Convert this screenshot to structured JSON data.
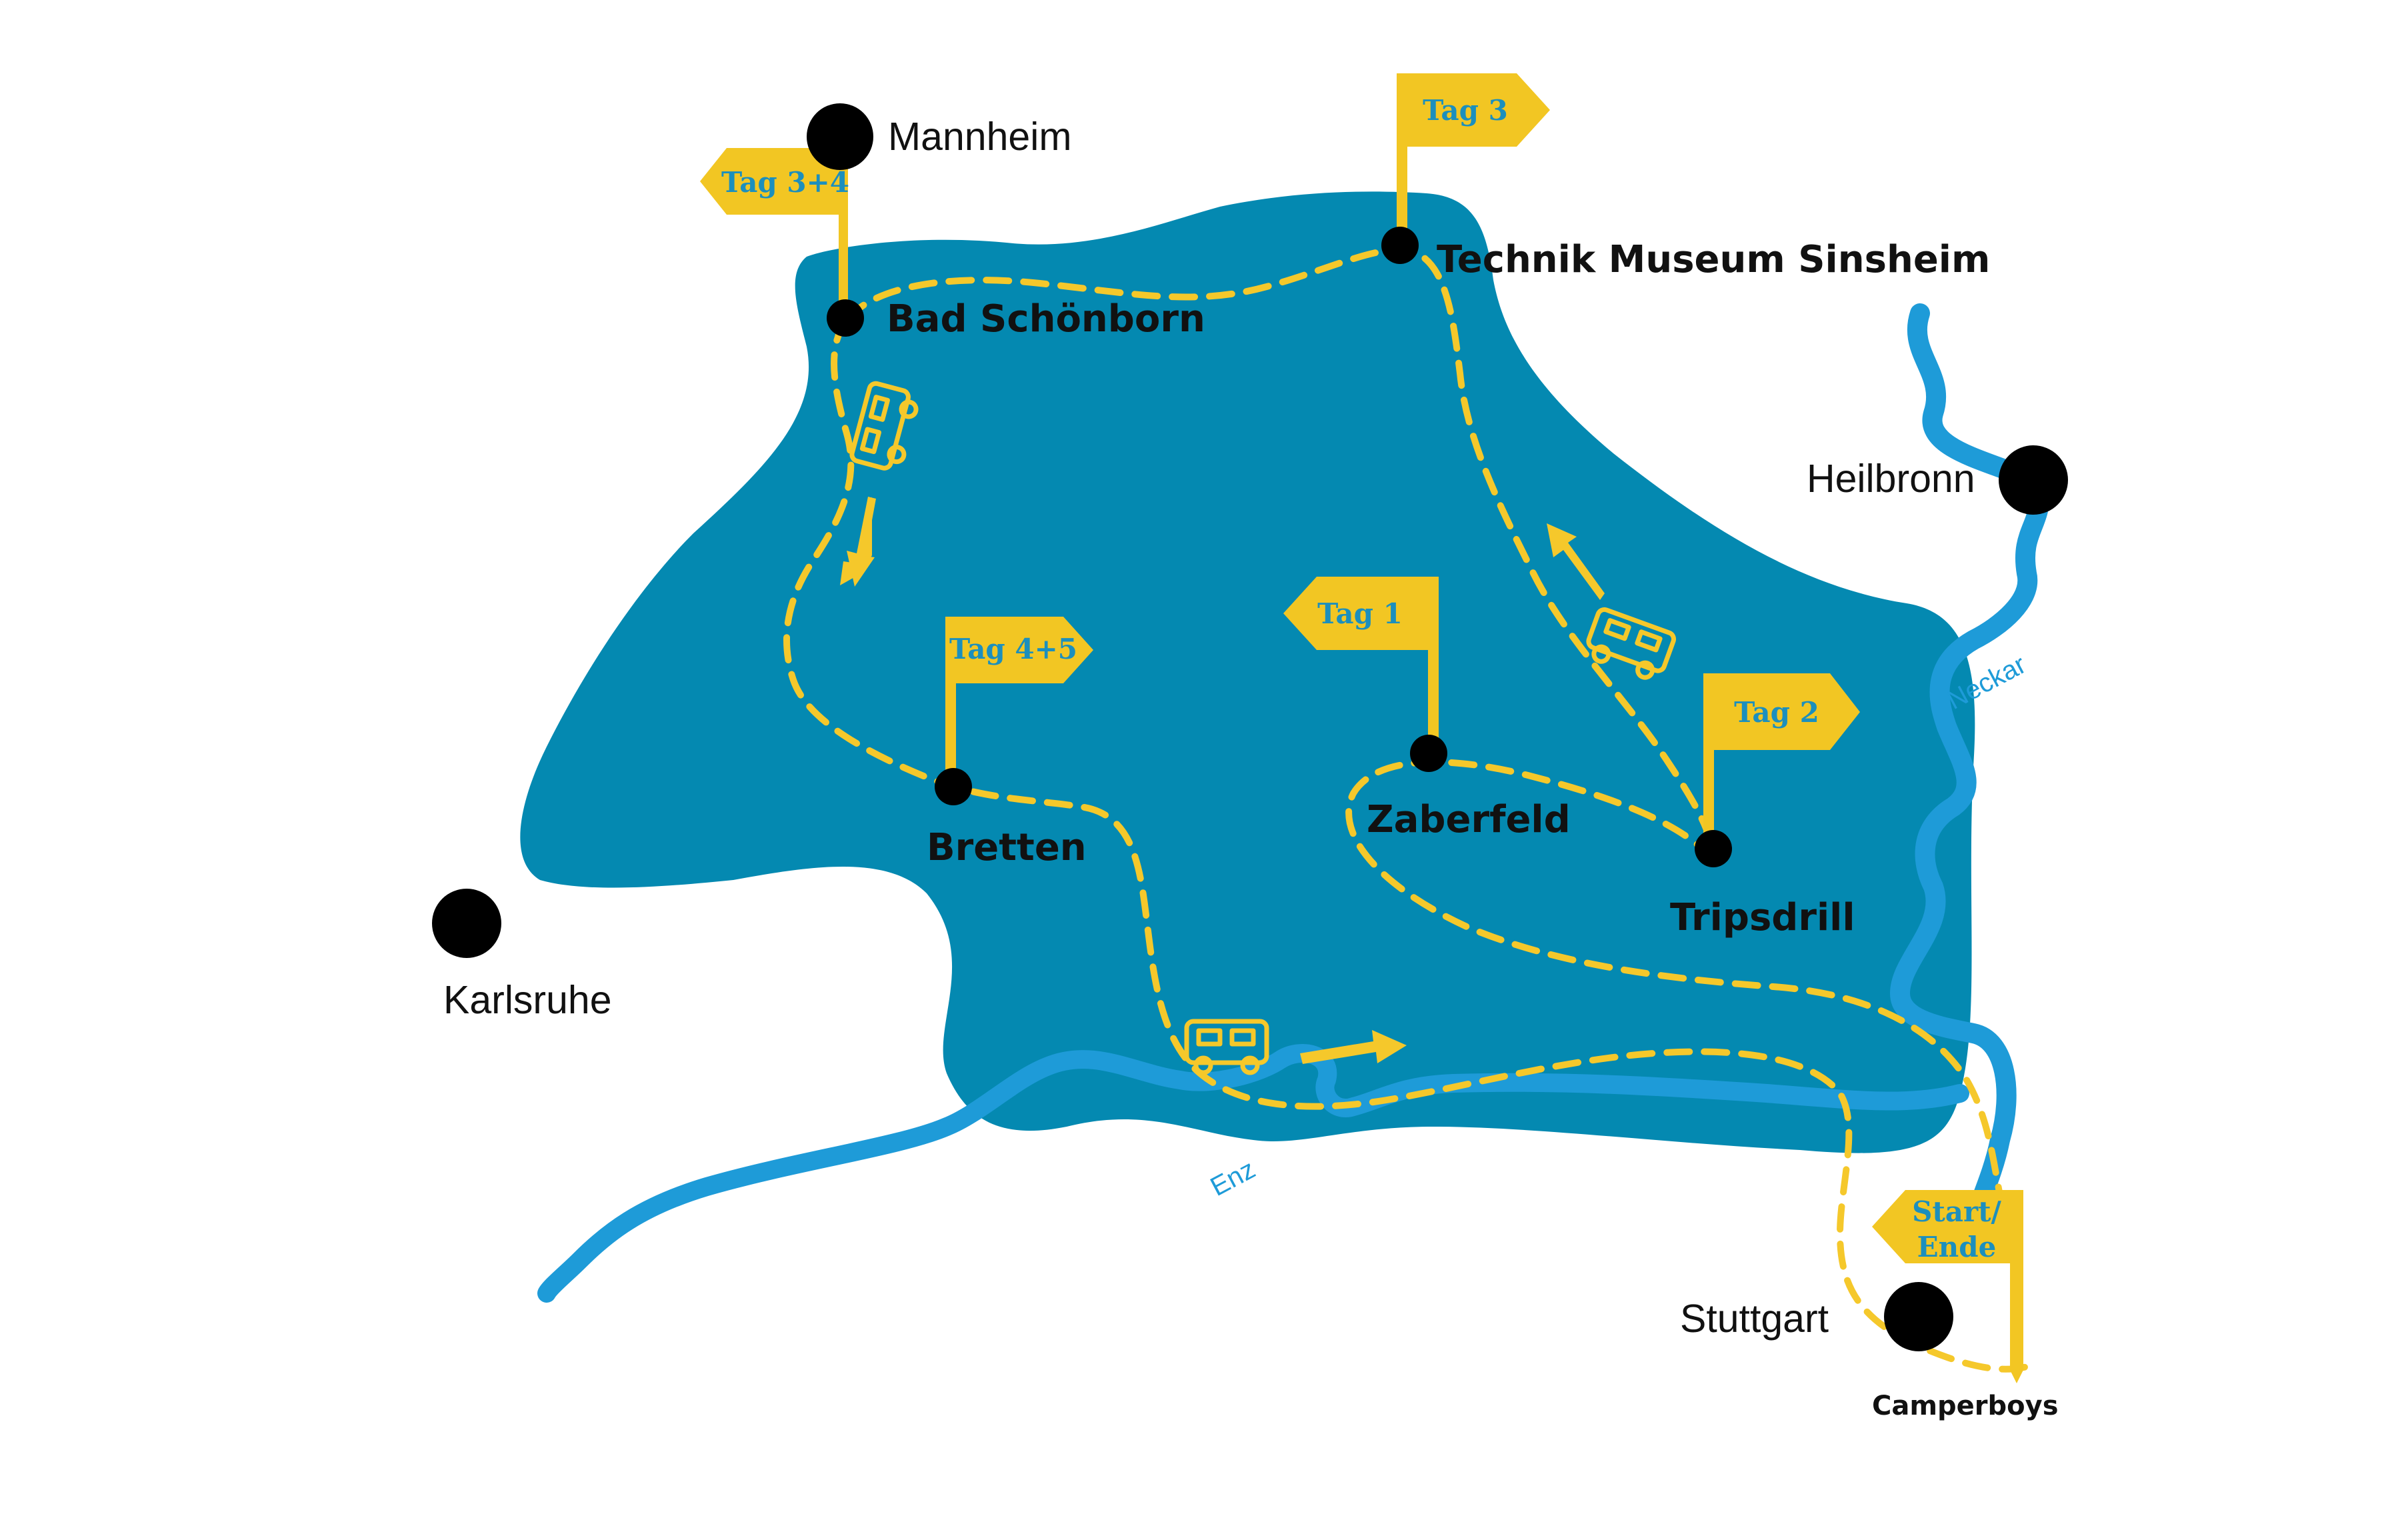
{
  "colors": {
    "region": "#0489b1",
    "river": "#1e9bd8",
    "route": "#f5c82b",
    "flag": "#f2c623",
    "flag_text": "#1c8fbd",
    "dot": "#000000"
  },
  "cities": {
    "mannheim": "Mannheim",
    "heilbronn": "Heilbronn",
    "karlsruhe": "Karlsruhe",
    "stuttgart": "Stuttgart"
  },
  "stops": {
    "bad_schoenborn": "Bad Schönborn",
    "technik_museum": "Technik Museum Sinsheim",
    "bretten": "Bretten",
    "zaberfeld": "Zaberfeld",
    "tripsdrill": "Tripsdrill",
    "camperboys": "Camperboys"
  },
  "flags": {
    "tag_3_4": "Tag 3+4",
    "tag_3": "Tag 3",
    "tag_4_5": "Tag 4+5",
    "tag_1": "Tag 1",
    "tag_2": "Tag 2",
    "start_line1": "Start/",
    "start_line2": "Ende"
  },
  "rivers": {
    "neckar": "Neckar",
    "enz": "Enz"
  },
  "icons": [
    "camper-van-icon",
    "direction-arrow-icon",
    "location-dot-icon",
    "flag-icon"
  ]
}
